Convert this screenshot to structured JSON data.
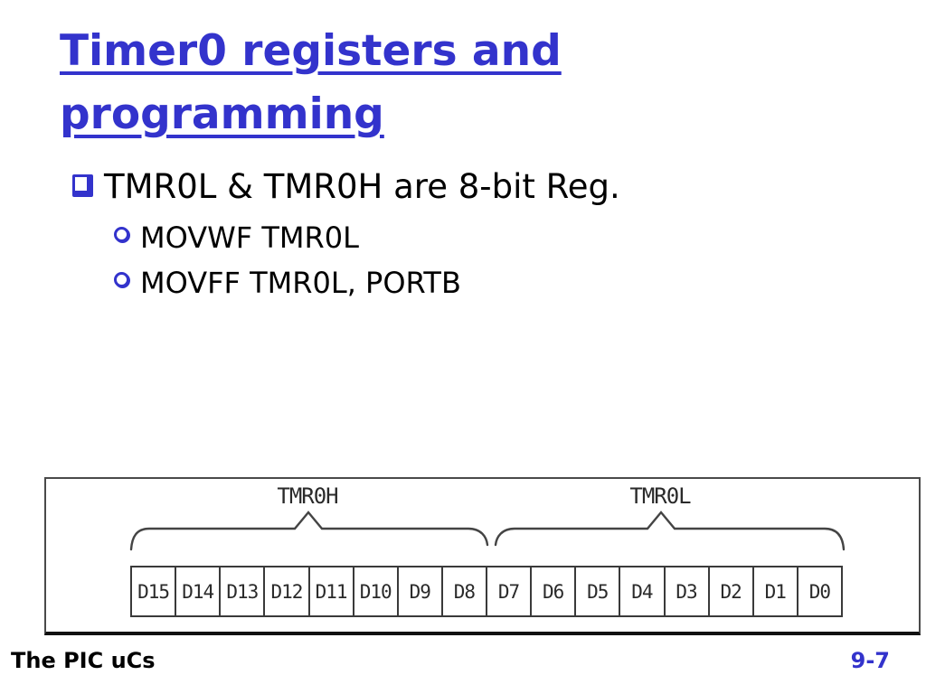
{
  "slide": {
    "title_lines": [
      "Timer0 registers and",
      "programming"
    ],
    "bullets": [
      {
        "level": 1,
        "text": "TMR0L & TMR0H are 8-bit Reg."
      },
      {
        "level": 2,
        "text": "MOVWF TMR0L"
      },
      {
        "level": 2,
        "text": "MOVFF TMR0L, PORTB"
      }
    ],
    "footer": {
      "left": "The PIC uCs",
      "page": "9-7"
    }
  },
  "diagram": {
    "labels": [
      "TMR0H",
      "TMR0L"
    ],
    "bits": [
      "D15",
      "D14",
      "D13",
      "D12",
      "D11",
      "D10",
      "D9",
      "D8",
      "D7",
      "D6",
      "D5",
      "D4",
      "D3",
      "D2",
      "D1",
      "D0"
    ]
  },
  "colors": {
    "accent_blue": "#3333cc",
    "text_black": "#000000",
    "diagram_line": "#444444"
  }
}
